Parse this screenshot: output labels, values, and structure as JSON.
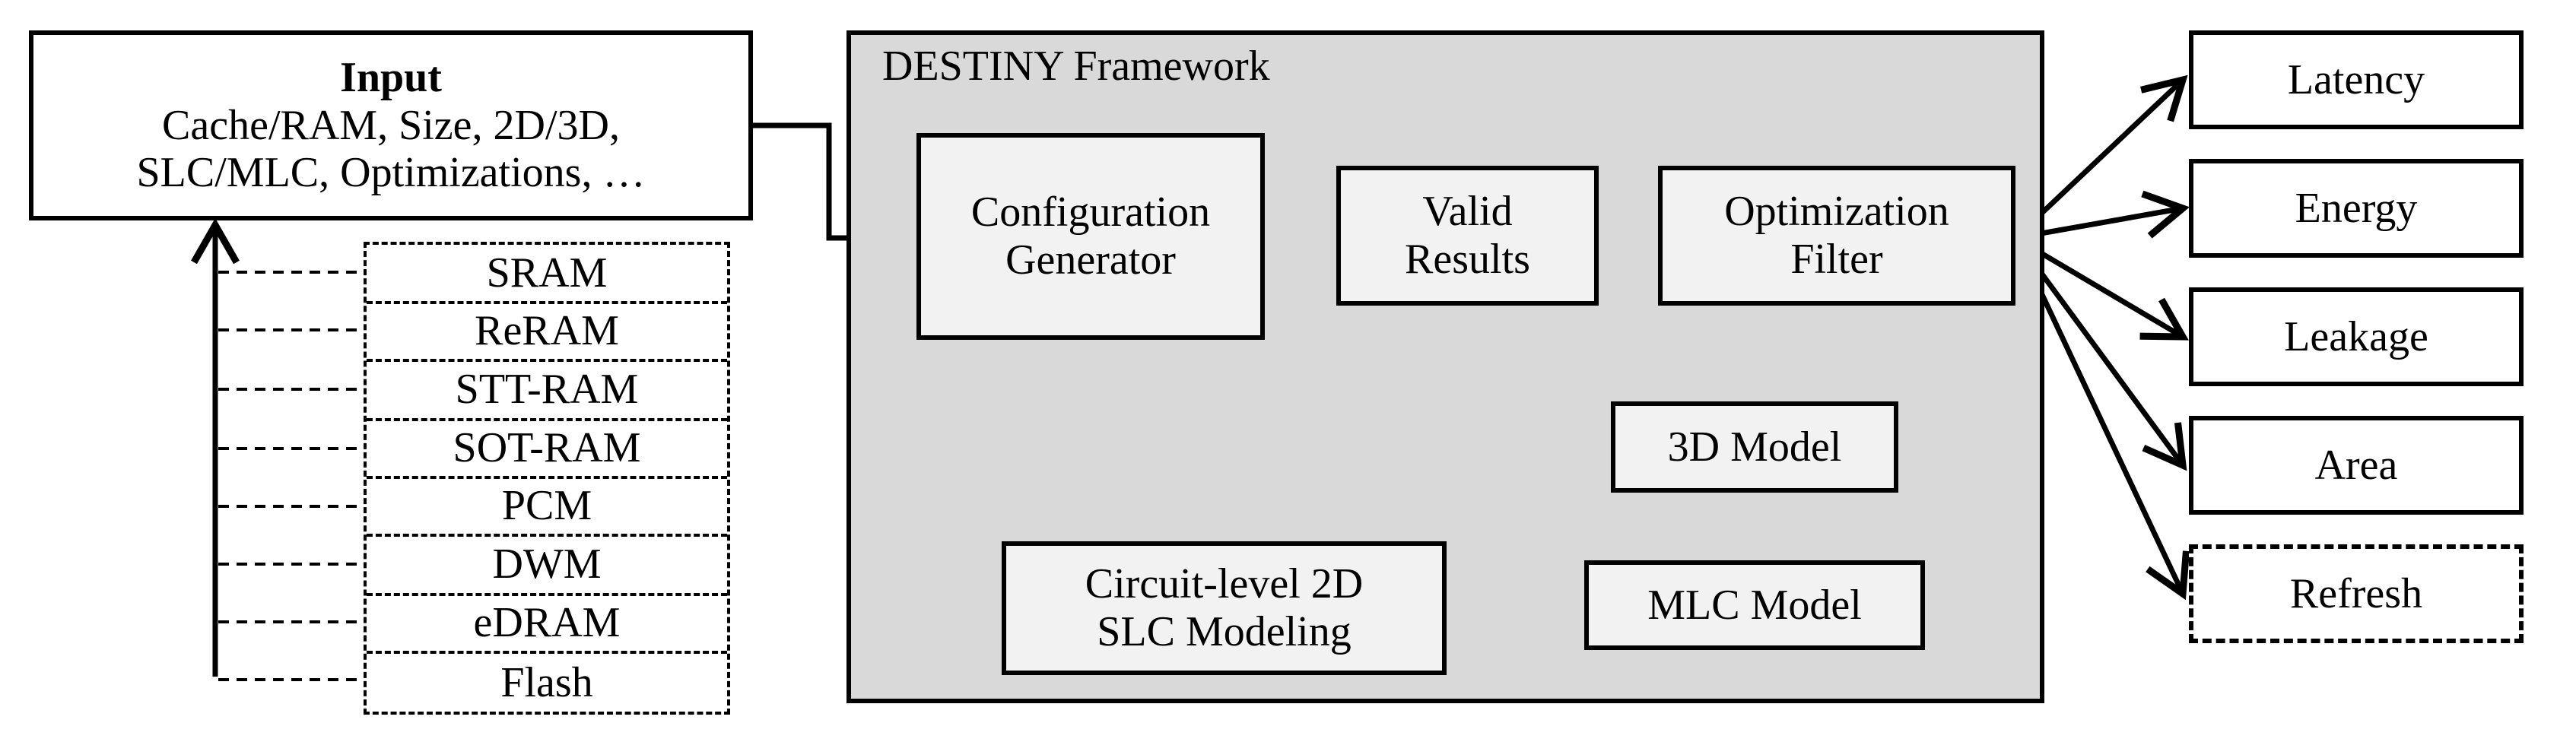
{
  "input_box": {
    "title": "Input",
    "line1": "Cache/RAM, Size, 2D/3D,",
    "line2": "SLC/MLC, Optimizations, …"
  },
  "technologies": [
    "SRAM",
    "ReRAM",
    "STT-RAM",
    "SOT-RAM",
    "PCM",
    "DWM",
    "eDRAM",
    "Flash"
  ],
  "framework": {
    "title": "DESTINY Framework",
    "config_generator": [
      "Configuration",
      "Generator"
    ],
    "valid_results": [
      "Valid",
      "Results"
    ],
    "optimization_filter": [
      "Optimization",
      "Filter"
    ],
    "model_3d": "3D Model",
    "circuit_level": [
      "Circuit-level 2D",
      "SLC Modeling"
    ],
    "mlc_model": "MLC Model"
  },
  "outputs": [
    "Latency",
    "Energy",
    "Leakage",
    "Area",
    "Refresh"
  ]
}
